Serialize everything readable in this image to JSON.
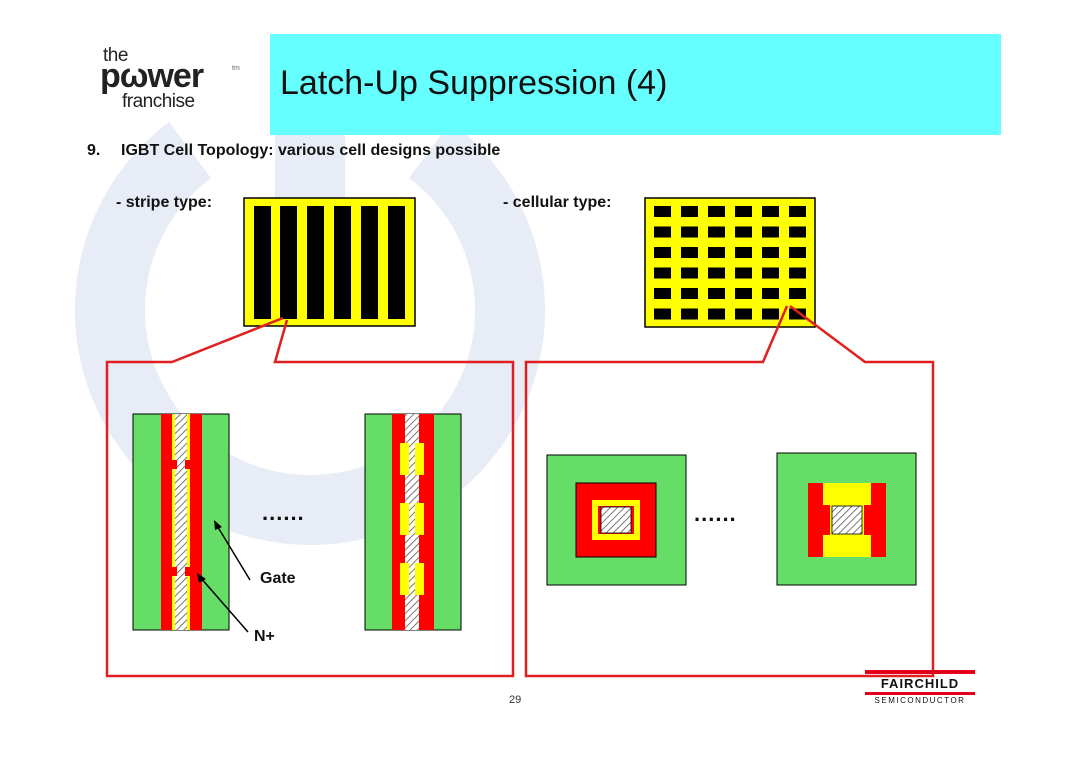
{
  "logo": {
    "the": "the",
    "power": "pωwer",
    "franchise": "franchise",
    "tm": "tm"
  },
  "title": "Latch-Up Suppression (4)",
  "subtitle": {
    "number": "9.",
    "text": "IGBT Cell Topology: various cell designs possible"
  },
  "labels": {
    "stripe_type": "- stripe type:",
    "cellular_type": "- cellular type:",
    "ellipsis_left": "......",
    "ellipsis_right": "......",
    "gate": "Gate",
    "n_plus": "N+"
  },
  "page_number": "29",
  "company": {
    "name": "FAIRCHILD",
    "division": "SEMICONDUCTOR"
  },
  "colors": {
    "title_bar": "#66ffff",
    "yellow": "#ffff00",
    "black": "#000000",
    "green": "#66dd66",
    "red": "#ff0000",
    "callout_red": "#e02020",
    "watermark": "#e8ecf6"
  }
}
